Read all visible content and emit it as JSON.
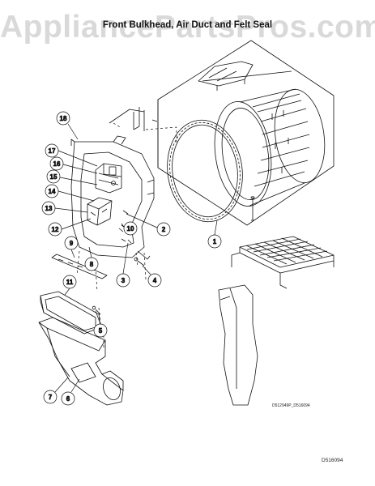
{
  "watermark": "AppliancePartsPros.com",
  "title": "Front Bulkhead, Air Duct and Felt Seal",
  "drawing_codes": {
    "detail": "D512949P_D516094",
    "main": "D516094"
  },
  "callouts": [
    "1",
    "2",
    "3",
    "4",
    "5",
    "6",
    "7",
    "8",
    "9",
    "10",
    "11",
    "12",
    "13",
    "14",
    "15",
    "16",
    "17",
    "18"
  ],
  "colors": {
    "line": "#111111",
    "watermark": "#d9d9d9",
    "background": "#ffffff"
  }
}
